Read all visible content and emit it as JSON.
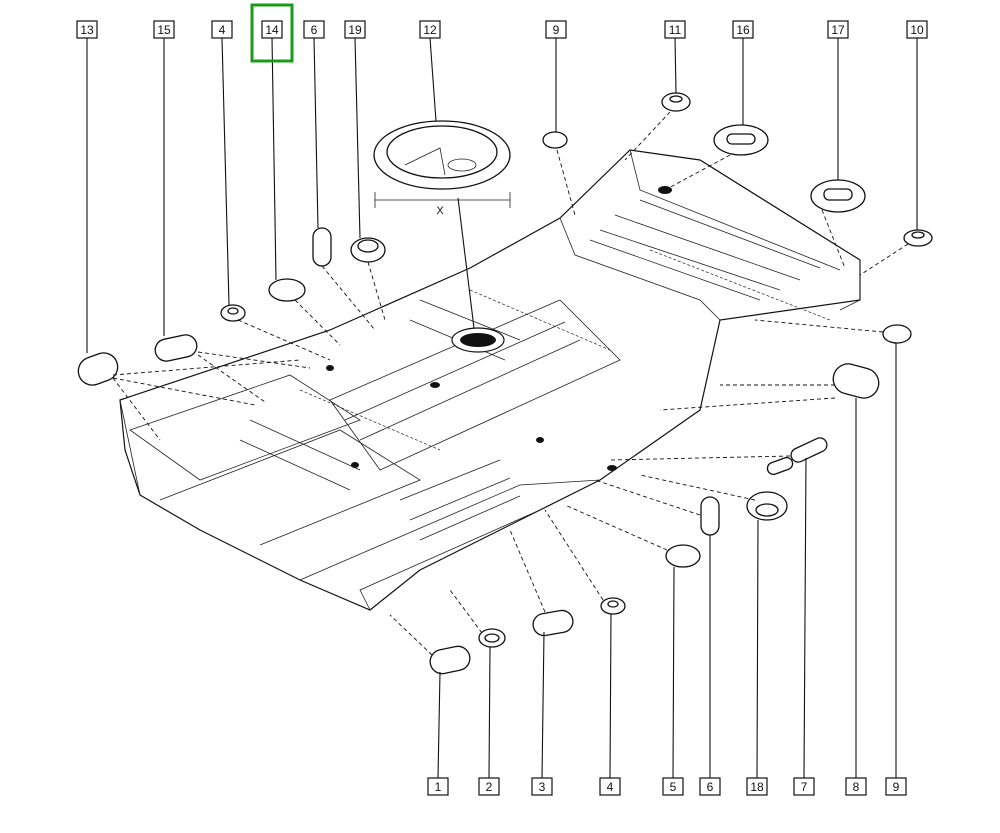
{
  "diagram": {
    "callouts_top": [
      "13",
      "15",
      "4",
      "14",
      "6",
      "19",
      "12",
      "9",
      "11",
      "16",
      "17",
      "10"
    ],
    "callouts_bottom": [
      "1",
      "2",
      "3",
      "4",
      "5",
      "6",
      "18",
      "7",
      "8",
      "9"
    ],
    "highlighted_callout": "14",
    "dimension_label": "X",
    "highlight_color": "#1a9b1a"
  }
}
